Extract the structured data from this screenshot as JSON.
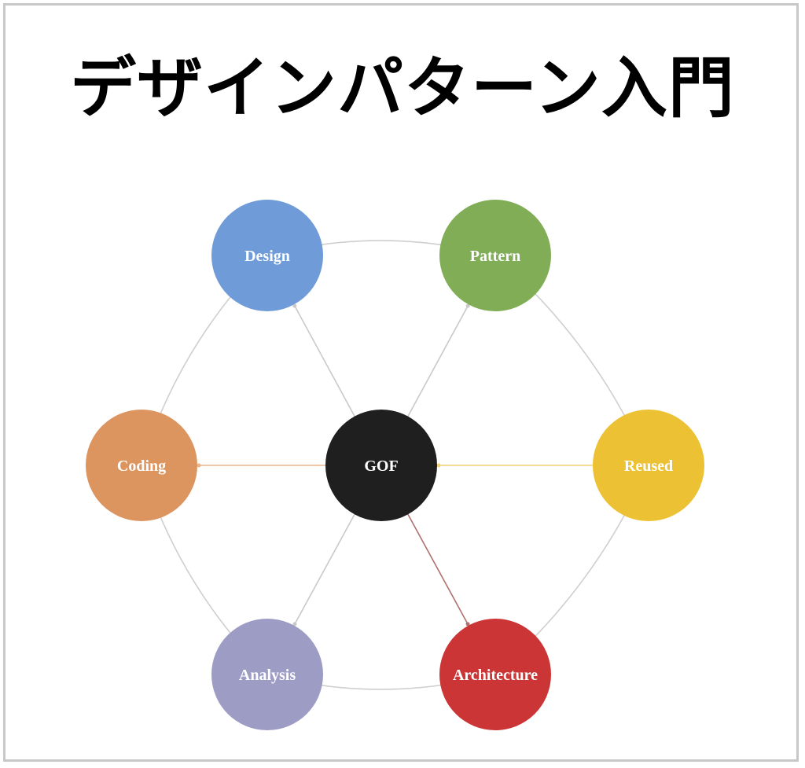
{
  "title": "デザインパターン入門",
  "nodes": [
    {
      "id": "design",
      "label": "Design",
      "color": "#6f9bd8"
    },
    {
      "id": "pattern",
      "label": "Pattern",
      "color": "#80ad55"
    },
    {
      "id": "coding",
      "label": "Coding",
      "color": "#dd9560"
    },
    {
      "id": "gof",
      "label": "GOF",
      "color": "#1f1f1f"
    },
    {
      "id": "reused",
      "label": "Reused",
      "color": "#ecc133"
    },
    {
      "id": "analysis",
      "label": "Analysis",
      "color": "#9c9cc4"
    },
    {
      "id": "architecture",
      "label": "Architecture",
      "color": "#cc3535"
    }
  ],
  "edges": [
    {
      "from": "gof",
      "to": "design",
      "color": "#c9c9c9"
    },
    {
      "from": "gof",
      "to": "pattern",
      "color": "#c9c9c9"
    },
    {
      "from": "gof",
      "to": "coding",
      "color": "#e8b48c"
    },
    {
      "from": "reused",
      "to": "gof",
      "color": "#f0d070"
    },
    {
      "from": "gof",
      "to": "analysis",
      "color": "#c9c9c9"
    },
    {
      "from": "gof",
      "to": "architecture",
      "color": "#b07070"
    }
  ],
  "ring_color": "#cfcfcf"
}
